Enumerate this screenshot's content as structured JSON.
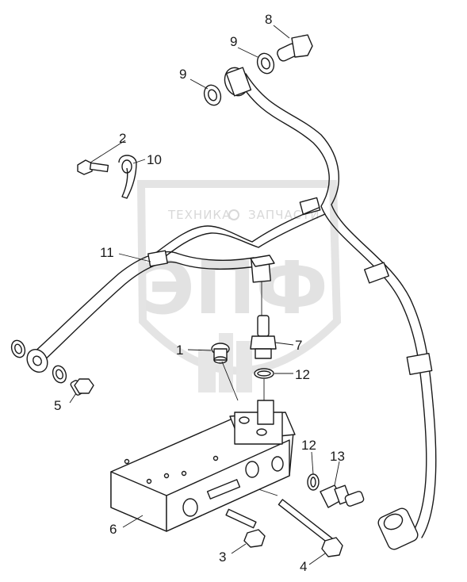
{
  "watermark": {
    "top_text_left": "ТЕХНИКА",
    "top_text_right": "ЗАПЧАСТИ",
    "logo_text": "ЭПФ"
  },
  "callouts": [
    {
      "id": "callout-1",
      "label": "1"
    },
    {
      "id": "callout-2",
      "label": "2"
    },
    {
      "id": "callout-3",
      "label": "3"
    },
    {
      "id": "callout-4",
      "label": "4"
    },
    {
      "id": "callout-5",
      "label": "5"
    },
    {
      "id": "callout-6",
      "label": "6"
    },
    {
      "id": "callout-7",
      "label": "7"
    },
    {
      "id": "callout-8",
      "label": "8"
    },
    {
      "id": "callout-9a",
      "label": "9"
    },
    {
      "id": "callout-9b",
      "label": "9"
    },
    {
      "id": "callout-10",
      "label": "10"
    },
    {
      "id": "callout-11",
      "label": "11"
    },
    {
      "id": "callout-12a",
      "label": "12"
    },
    {
      "id": "callout-12b",
      "label": "12"
    },
    {
      "id": "callout-13",
      "label": "13"
    }
  ]
}
